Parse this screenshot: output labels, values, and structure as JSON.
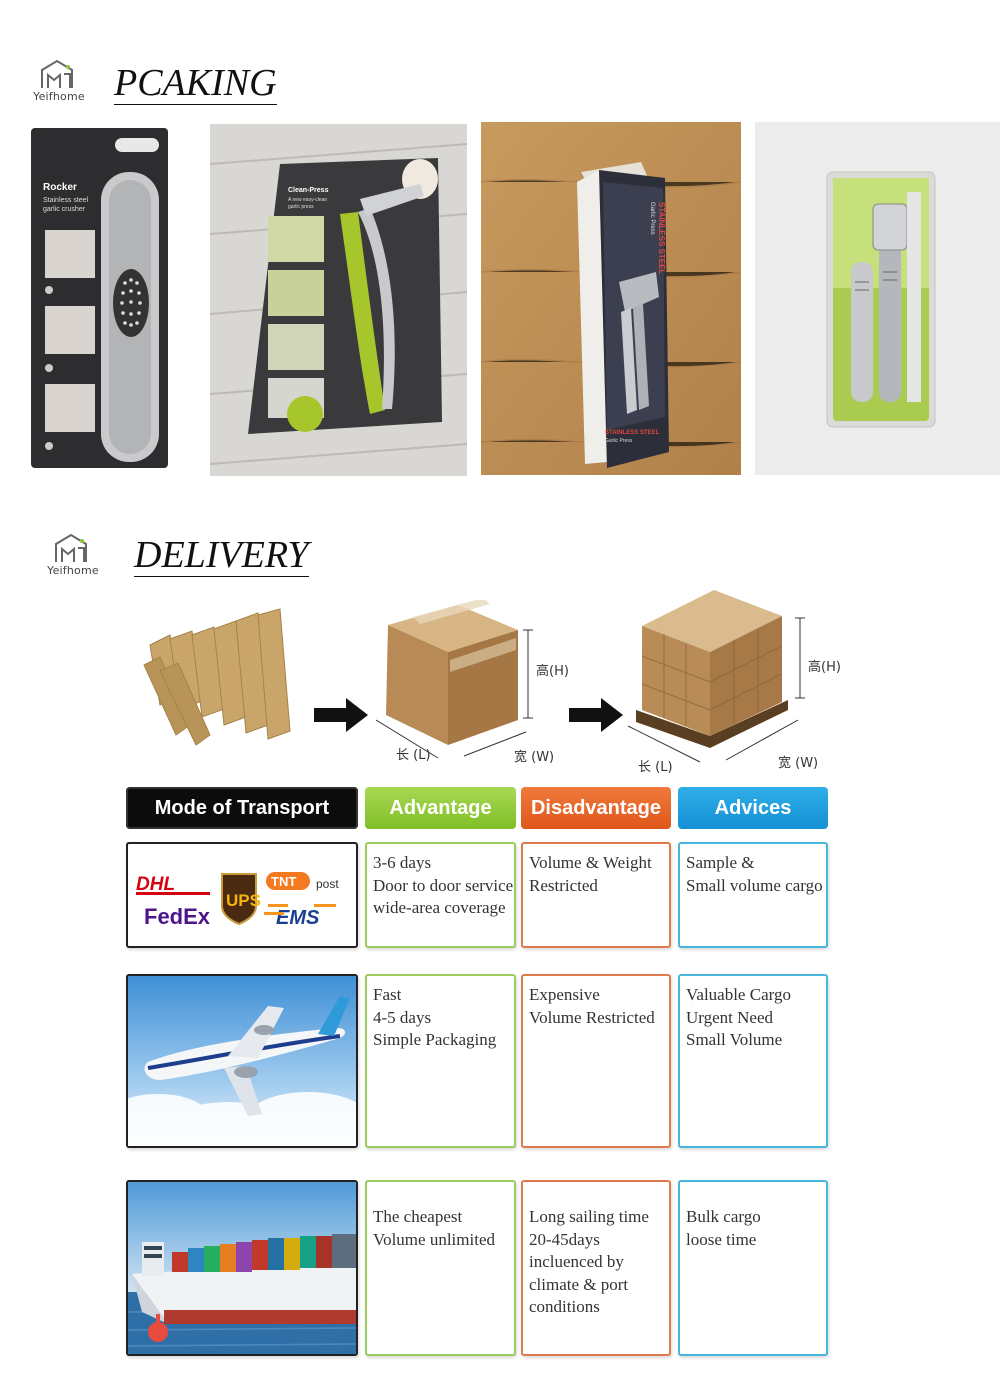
{
  "logo": {
    "text": "Yeifhome",
    "icon": "house-logo-icon"
  },
  "sections": {
    "packing_title": "PCAKING",
    "delivery_title": "DELIVERY"
  },
  "packaging": {
    "rocker": {
      "name": "Rocker",
      "sub1": "Stainless steel",
      "sub2": "garlic crusher"
    },
    "clean_press": {
      "name": "Clean-Press",
      "sub1": "A new easy-clean",
      "sub2": "garlic press"
    },
    "box": {
      "side_text": "STAINLESS STEEL",
      "side_sub": "Garlic Press",
      "bottom_text": "STAINLESS STEEL",
      "bottom_sub": "Garlic Press"
    }
  },
  "delivery_diagram": {
    "height_label": "高(H)",
    "length_label": "长 (L)",
    "width_label": "宽 (W)"
  },
  "table": {
    "headers": {
      "mode": "Mode of Transport",
      "advantage": "Advantage",
      "disadvantage": "Disadvantage",
      "advices": "Advices"
    },
    "express": {
      "carriers": [
        "DHL",
        "UPS",
        "TNT",
        "post",
        "FedEx",
        "EMS"
      ],
      "advantage": [
        "3-6 days",
        "Door to door service",
        "wide-area coverage"
      ],
      "disadvantage": [
        "Volume & Weight",
        "Restricted"
      ],
      "advices": [
        "Sample &",
        "Small volume cargo"
      ]
    },
    "air": {
      "advantage": [
        "Fast",
        "4-5 days",
        "Simple Packaging"
      ],
      "disadvantage": [
        "Expensive",
        "Volume Restricted"
      ],
      "advices": [
        "Valuable Cargo",
        "Urgent Need",
        "Small Volume"
      ]
    },
    "sea": {
      "advantage": [
        "The cheapest",
        "Volume unlimited"
      ],
      "disadvantage": [
        "Long sailing time",
        "20-45days",
        "incluenced by",
        "climate & port",
        "conditions"
      ],
      "advices": [
        "Bulk cargo",
        "loose time"
      ]
    }
  },
  "colors": {
    "green": "#8cc63f",
    "orange": "#e8622a",
    "blue": "#1ea0dd",
    "black": "#0c0c0c"
  }
}
